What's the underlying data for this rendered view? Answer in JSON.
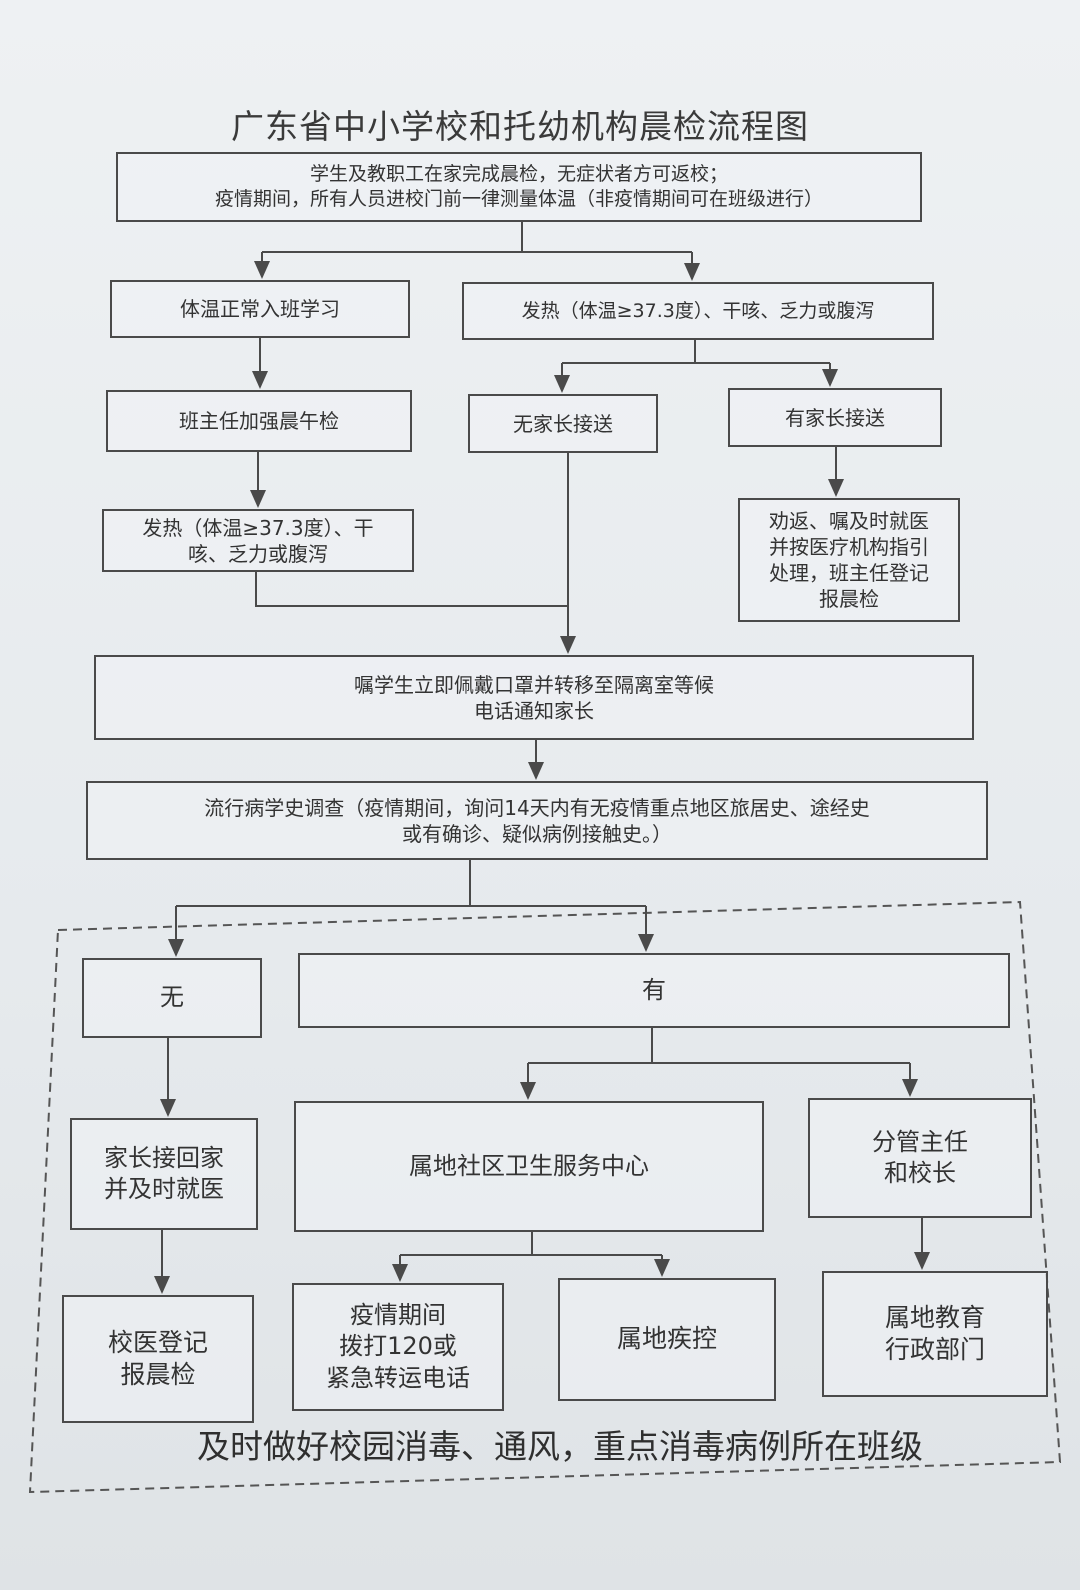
{
  "title": "广东省中小学校和托幼机构晨检流程图",
  "nodes": {
    "start": "学生及教职工在家完成晨检，无症状者方可返校；\n疫情期间，所有人员进校门前一律测量体温（非疫情期间可在班级进行）",
    "normal_temp": "体温正常入班学习",
    "fever": "发热（体温≥37.3度）、干咳、乏力或腹泻",
    "teacher_check": "班主任加强晨午检",
    "no_parent": "无家长接送",
    "has_parent": "有家长接送",
    "fever_later": "发热（体温≥37.3度）、干\n咳、乏力或腹泻",
    "advise_return": "劝返、嘱及时就医\n并按医疗机构指引\n处理，班主任登记\n报晨检",
    "isolate": "嘱学生立即佩戴口罩并转移至隔离室等候\n电话通知家长",
    "epi_survey": "流行病学史调查（疫情期间，询问14天内有无疫情重点地区旅居史、途经史\n或有确诊、疑似病例接触史。）",
    "none": "无",
    "yes": "有",
    "parent_pickup": "家长接回家\n并及时就医",
    "community_center": "属地社区卫生服务中心",
    "director_principal": "分管主任\n和校长",
    "school_doctor": "校医登记\n报晨检",
    "call_120": "疫情期间\n拨打120或\n紧急转运电话",
    "local_cdc": "属地疾控",
    "local_edu": "属地教育\n行政部门"
  },
  "footer": "及时做好校园消毒、通风，重点消毒病例所在班级"
}
